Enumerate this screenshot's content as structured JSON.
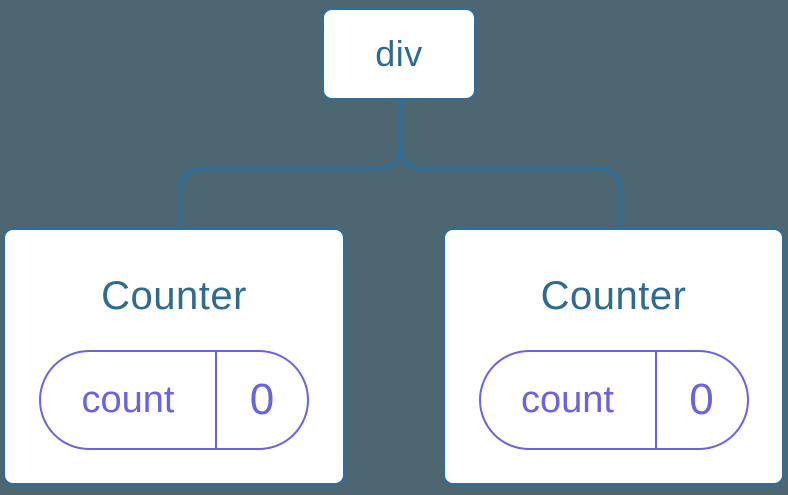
{
  "colors": {
    "background": "#4C6672",
    "node_border_blue": "#2C6E9C",
    "node_text_blue": "#2F6B8F",
    "state_purple": "#6A63DF",
    "node_fill": "#ffffff"
  },
  "tree": {
    "root": {
      "label": "div"
    },
    "children": [
      {
        "title": "Counter",
        "state": {
          "key": "count",
          "value": "0"
        }
      },
      {
        "title": "Counter",
        "state": {
          "key": "count",
          "value": "0"
        }
      }
    ]
  }
}
